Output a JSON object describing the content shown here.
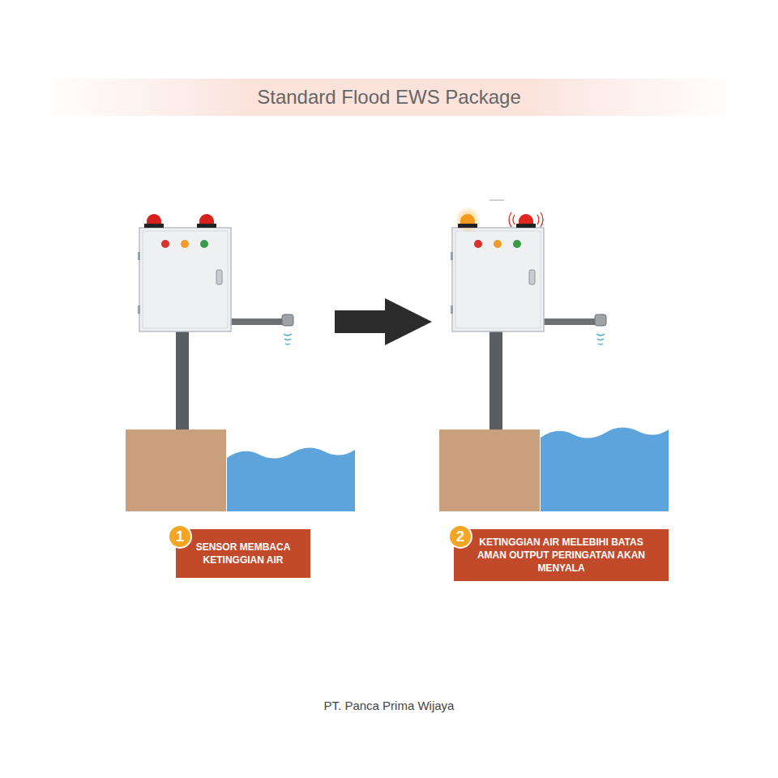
{
  "diagram": {
    "title": "Standard Flood EWS Package",
    "nodes": [
      {
        "text": [
          "1"
        ]
      },
      {
        "text": [
          "SENSOR MEMBACA KETINGGIAN AIR"
        ]
      },
      {
        "text": [
          "2"
        ]
      },
      {
        "text": [
          "KETINGGIAN AIR MELEBIHI BATAS AMAN OUTPUT PERINGATAN AKAN MENYALA"
        ]
      }
    ],
    "labels": [
      "PT. Panca Prima Wijaya"
    ]
  }
}
